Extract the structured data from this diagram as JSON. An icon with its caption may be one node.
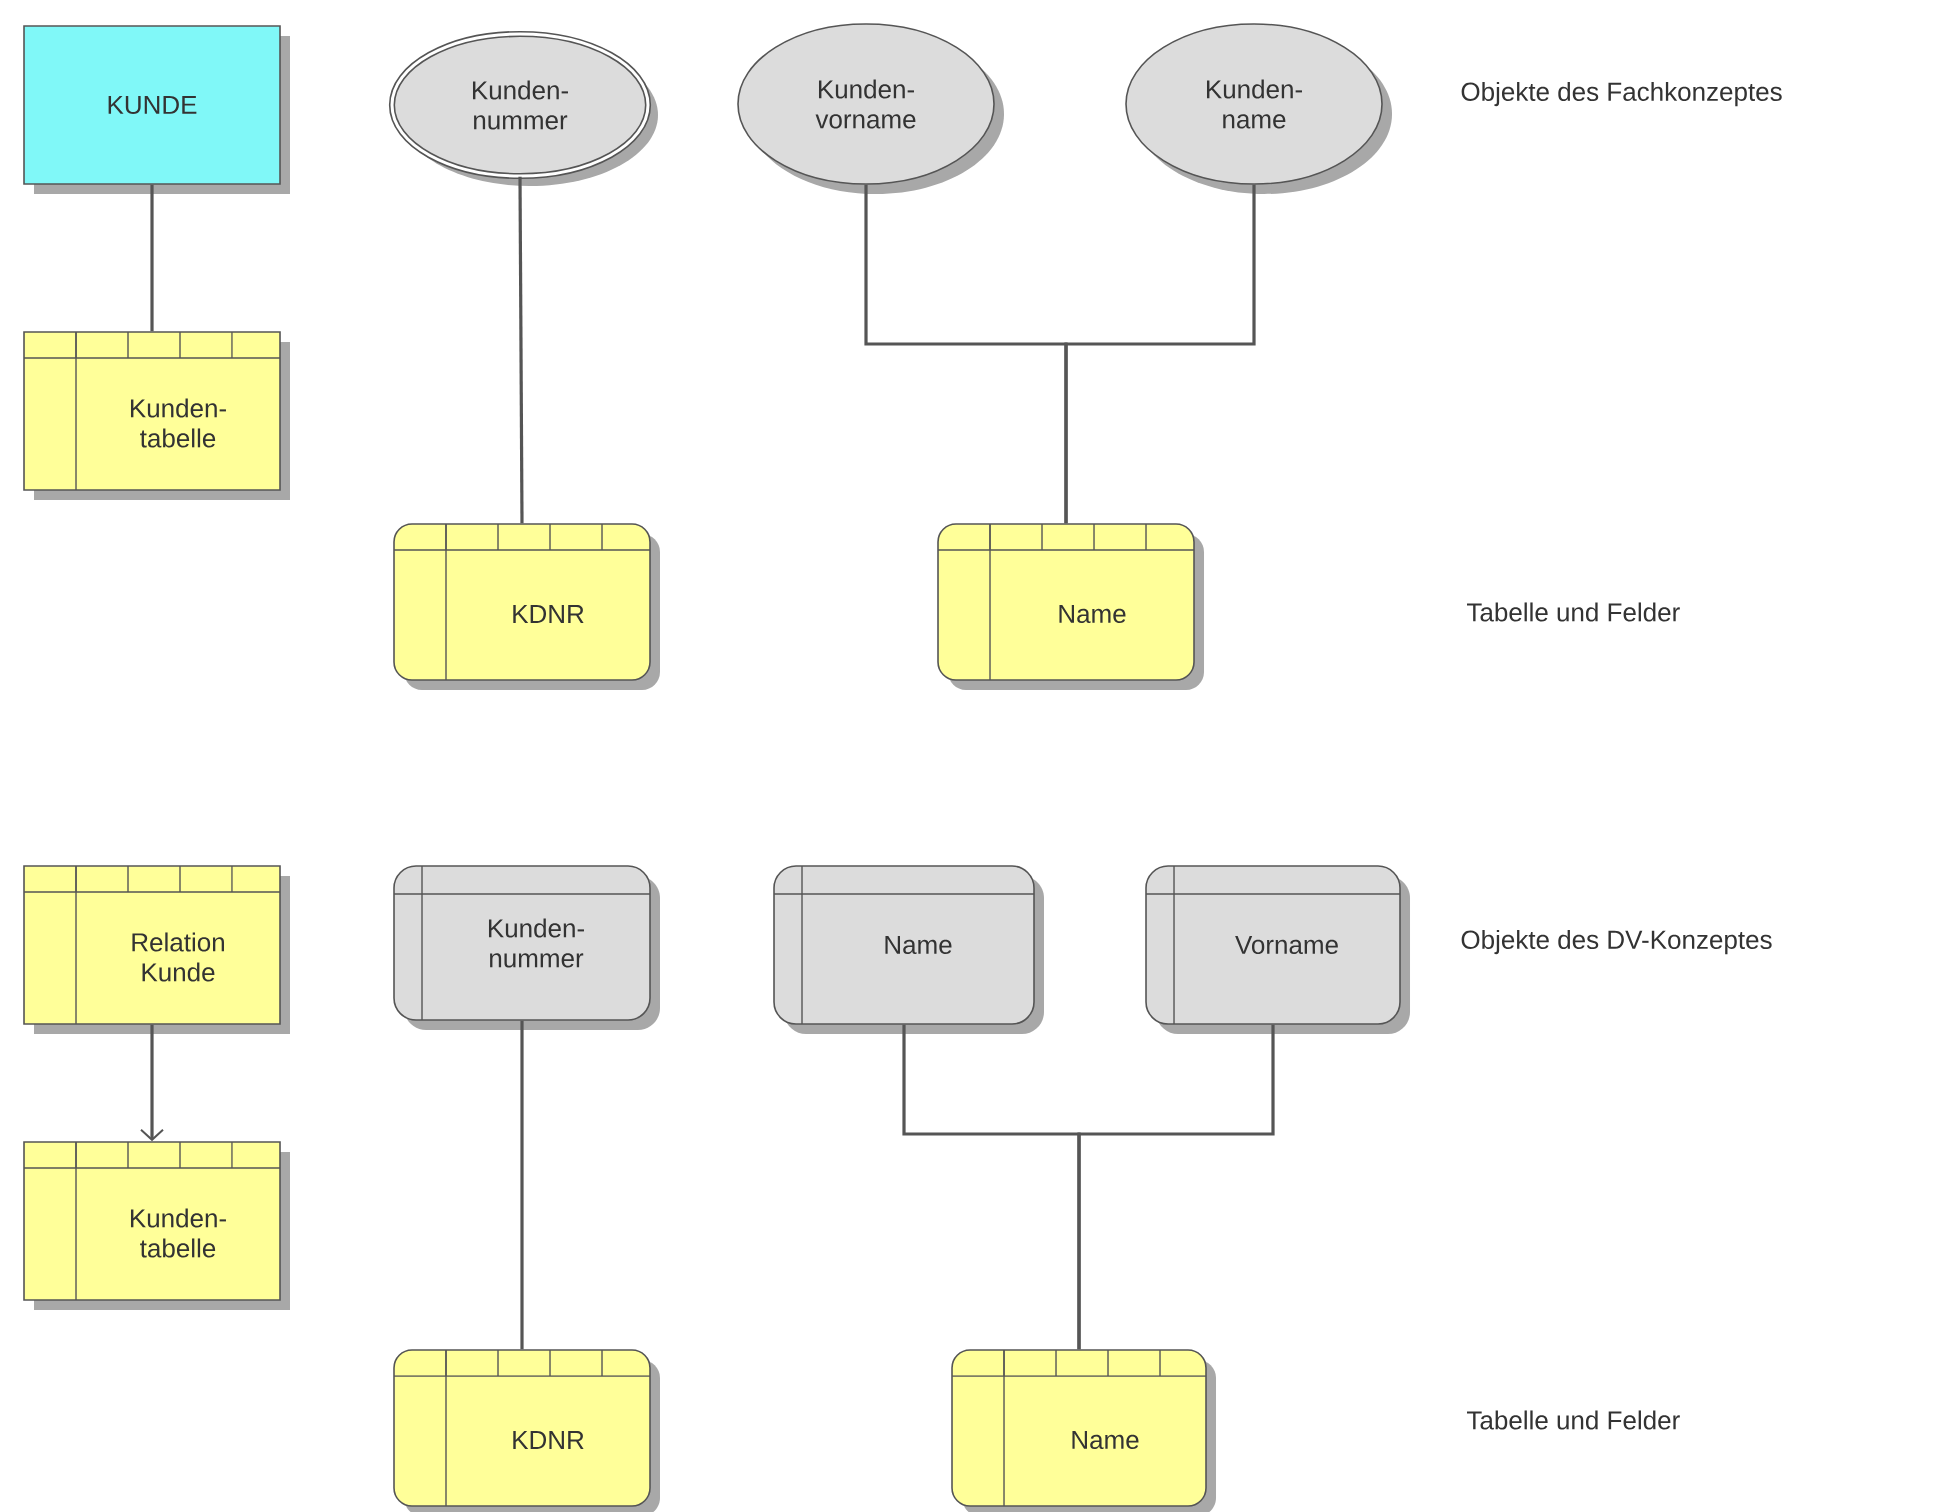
{
  "diagram": {
    "nodes": [
      {
        "text": [
          "KUNDE"
        ]
      },
      {
        "text": [
          "Kunden- tabelle"
        ]
      },
      {
        "text": [
          "Kunden- nummer"
        ]
      },
      {
        "text": [
          "Kunden- vorname"
        ]
      },
      {
        "text": [
          "Kunden- name"
        ]
      },
      {
        "text": [
          "KDNR"
        ]
      },
      {
        "text": [
          "Name"
        ]
      },
      {
        "text": [
          "Relation Kunde"
        ]
      },
      {
        "text": [
          "Kunden- tabelle"
        ]
      },
      {
        "text": [
          "Kunden- nummer"
        ]
      },
      {
        "text": [
          "Name"
        ]
      },
      {
        "text": [
          "Vorname"
        ]
      },
      {
        "text": [
          "KDNR"
        ]
      },
      {
        "text": [
          "Name"
        ]
      }
    ],
    "edges": [
      {
        "from": 0,
        "to": 1,
        "arrow": "none"
      },
      {
        "from": 2,
        "to": 5,
        "arrow": "none"
      },
      {
        "from": 3,
        "to": 6,
        "arrow": "none"
      },
      {
        "from": 4,
        "to": 6,
        "arrow": "none"
      },
      {
        "from": 7,
        "to": 8,
        "arrow": "to"
      },
      {
        "from": 9,
        "to": 12,
        "arrow": "none"
      },
      {
        "from": 10,
        "to": 13,
        "arrow": "none"
      },
      {
        "from": 11,
        "to": 13,
        "arrow": "none"
      }
    ],
    "labels": [
      "Objekte des Fachkonzeptes",
      "Tabelle und Felder",
      "Objekte des DV-Konzeptes",
      "Tabelle und Felder"
    ]
  }
}
